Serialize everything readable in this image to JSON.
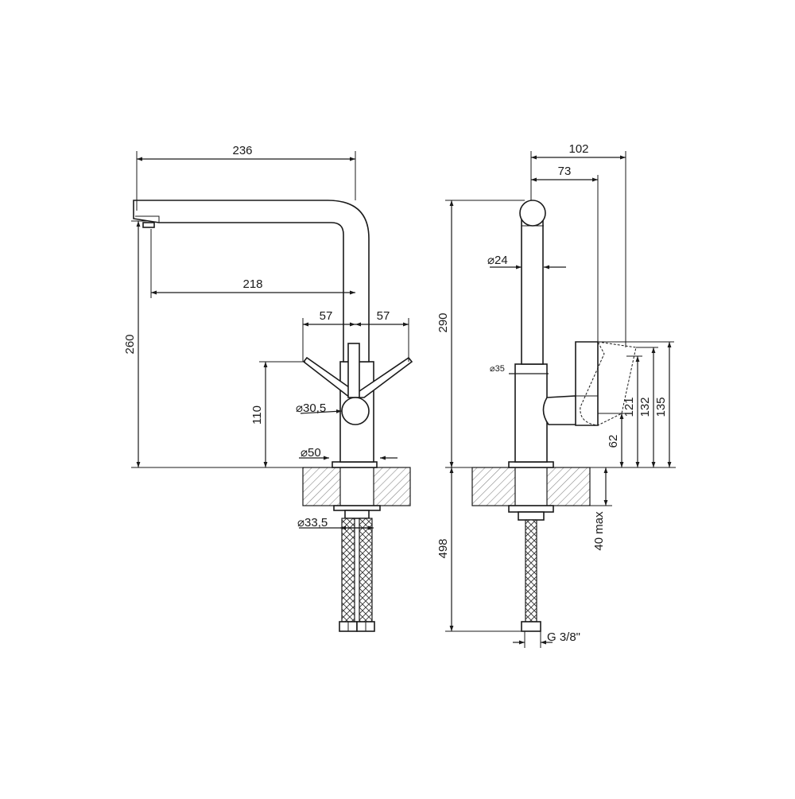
{
  "front_view": {
    "dimensions": {
      "total_width": "236",
      "spout_reach": "218",
      "handle_left": "57",
      "handle_right": "57",
      "total_height": "260",
      "handle_height": "110",
      "handle_diameter": "30,5",
      "base_diameter": "50",
      "hole_diameter": "33,5"
    }
  },
  "side_view": {
    "dimensions": {
      "total_depth": "102",
      "handle_depth": "73",
      "spout_diameter": "24",
      "body_diameter": "35",
      "total_height": "290",
      "height_62": "62",
      "height_121": "121",
      "height_132": "132",
      "height_135": "135",
      "hose_length": "498",
      "deck_thickness": "40 max",
      "thread": "G 3/8\""
    }
  },
  "symbols": {
    "diameter": "⌀"
  }
}
